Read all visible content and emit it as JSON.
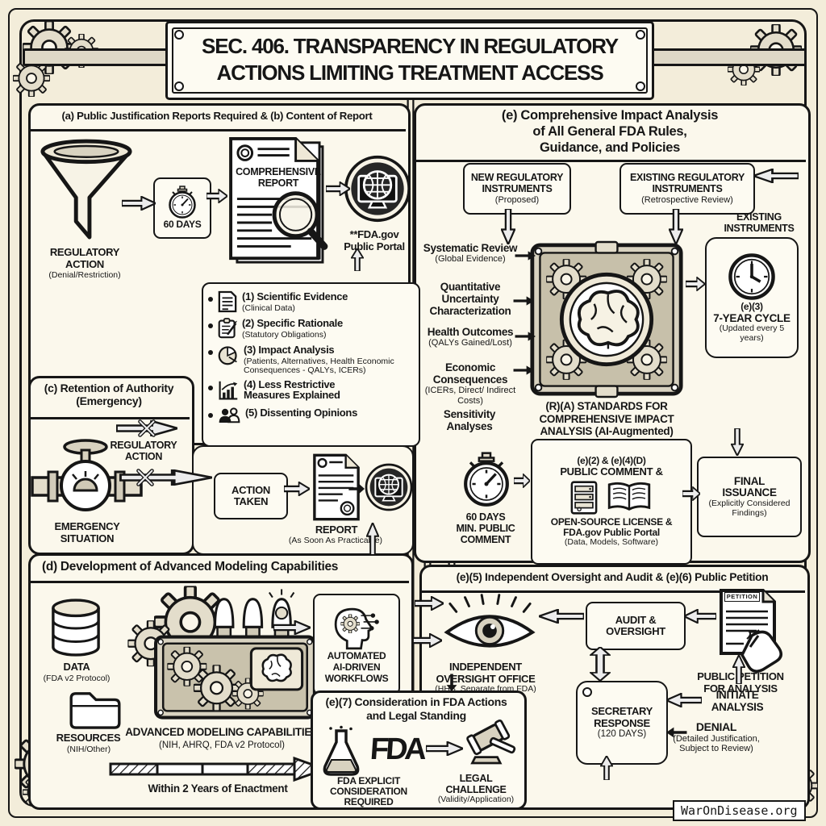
{
  "title": {
    "line1": "SEC. 406. TRANSPARENCY IN REGULATORY",
    "line2": "ACTIONS LIMITING TREATMENT ACCESS"
  },
  "watermark": "WarOnDisease.org",
  "colors": {
    "ink": "#161616",
    "paper": "#f3edda",
    "panel": "#fbf8ec"
  },
  "panel_a": {
    "header": "(a) Public Justification Reports Required & (b) Content of Report",
    "funnel": {
      "label": "REGULATORY ACTION",
      "sub": "(Denial/Restriction)"
    },
    "timer": "60 DAYS",
    "report": {
      "line1": "COMPREHENSIVE",
      "line2": "REPORT"
    },
    "portal": {
      "line1": "**FDA.gov",
      "line2": "Public Portal"
    },
    "items": [
      {
        "num": "(1)",
        "title": "Scientific Evidence",
        "sub": "(Clinical Data)"
      },
      {
        "num": "(2)",
        "title": "Specific Rationale",
        "sub": "(Statutory Obligations)"
      },
      {
        "num": "(3)",
        "title": "Impact Analysis",
        "sub": "(Patients, Alternatives, Health Economic Consequences - QALYs, ICERs)"
      },
      {
        "num": "(4)",
        "title": "Less Restrictive Measures Explained",
        "sub": ""
      },
      {
        "num": "(5)",
        "title": "Dissenting Opinions",
        "sub": ""
      }
    ]
  },
  "panel_c": {
    "header": "(c) Retention of Authority (Emergency)",
    "regulatory_action": "REGULATORY ACTION",
    "emergency": "EMERGENCY SITUATION",
    "action_taken": "ACTION TAKEN",
    "report": "REPORT",
    "report_sub": "(As Soon As Practicable)"
  },
  "panel_e": {
    "header_l1": "(e) Comprehensive Impact Analysis",
    "header_l2": "of All General FDA Rules,",
    "header_l3": "Guidance, and Policies",
    "new_instruments": {
      "l1": "NEW REGULATORY",
      "l2": "INSTRUMENTS",
      "sub": "(Proposed)"
    },
    "existing_instruments": {
      "l1": "EXISTING REGULATORY",
      "l2": "INSTRUMENTS",
      "sub": "(Retrospective Review)"
    },
    "existing_label": {
      "l1": "EXISTING",
      "l2": "INSTRUMENTS"
    },
    "cycle": {
      "code": "(e)(3)",
      "title": "7-YEAR CYCLE",
      "sub": "(Updated every 5 years)"
    },
    "inputs": [
      {
        "title": "Systematic Review",
        "sub": "(Global Evidence)"
      },
      {
        "title": "Quantitative Uncertainty Characterization",
        "sub": ""
      },
      {
        "title": "Health Outcomes",
        "sub": "(QALYs Gained/Lost)"
      },
      {
        "title": "Economic Consequences",
        "sub": "(ICERs, Direct/ Indirect Costs)"
      },
      {
        "title": "Sensitivity Analyses",
        "sub": ""
      }
    ],
    "standards_caption": {
      "l1": "(R)(A) STANDARDS FOR",
      "l2": "COMPREHENSIVE IMPACT",
      "l3": "ANALYSIS (AI-Augmented)"
    },
    "comment_timer": {
      "l1": "60 DAYS",
      "l2": "MIN. PUBLIC",
      "l3": "COMMENT"
    },
    "comment_box": {
      "code": "(e)(2) & (e)(4)(D)",
      "title": "PUBLIC COMMENT &",
      "l1": "OPEN-SOURCE LICENSE &",
      "l2": "FDA.gov Public Portal",
      "sub": "(Data, Models, Software)"
    },
    "final_issuance": {
      "l1": "FINAL",
      "l2": "ISSUANCE",
      "sub": "(Explicitly Considered Findings)"
    }
  },
  "panel_d": {
    "header": "(d) Development of Advanced Modeling Capabilities",
    "data": {
      "label": "DATA",
      "sub": "(FDA v2 Protocol)"
    },
    "resources": {
      "label": "RESOURCES",
      "sub": "(NIH/Other)"
    },
    "machine": {
      "label": "ADVANCED MODELING CAPABILITIES",
      "sub": "(NIH, AHRQ, FDA v2 Protocol)"
    },
    "timeline": "Within 2 Years of Enactment",
    "workflows": {
      "l1": "AUTOMATED",
      "l2": "AI-DRIVEN",
      "l3": "WORKFLOWS"
    }
  },
  "panel_e56": {
    "header": "(e)(5) Independent Oversight and Audit & (e)(6) Public Petition",
    "oversight": {
      "l1": "INDEPENDENT",
      "l2": "OVERSIGHT OFFICE",
      "sub": "(HHS, Separate from FDA)"
    },
    "audit": {
      "l1": "AUDIT &",
      "l2": "OVERSIGHT"
    },
    "petition_doc": "PETITION",
    "petition": {
      "l1": "PUBLIC PETITION",
      "l2": "FOR ANALYSIS"
    },
    "secretary": {
      "l1": "SECRETARY",
      "l2": "RESPONSE",
      "sub": "(120 DAYS)"
    },
    "initiate": {
      "l1": "INITIATE",
      "l2": "ANALYSIS"
    },
    "denial": {
      "title": "DENIAL",
      "sub": "(Detailed Justification, Subject to Review)"
    }
  },
  "panel_e7": {
    "header_l1": "(e)(7) Consideration in FDA Actions",
    "header_l2": "and Legal Standing",
    "fda_logo": "FDA",
    "fda_label": {
      "l1": "FDA EXPLICIT",
      "l2": "CONSIDERATION",
      "l3": "REQUIRED"
    },
    "legal": {
      "title": "LEGAL CHALLENGE",
      "sub": "(Validity/Application)"
    }
  }
}
